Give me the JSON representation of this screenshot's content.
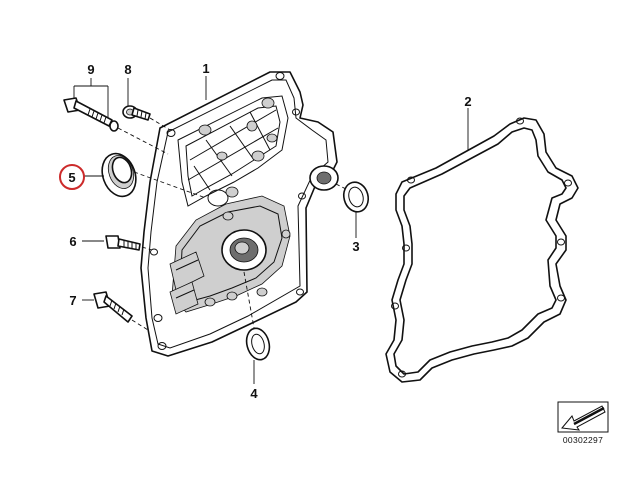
{
  "callouts": [
    {
      "id": "1",
      "label": "1"
    },
    {
      "id": "2",
      "label": "2"
    },
    {
      "id": "3",
      "label": "3"
    },
    {
      "id": "4",
      "label": "4"
    },
    {
      "id": "5",
      "label": "5",
      "highlighted": true
    },
    {
      "id": "6",
      "label": "6"
    },
    {
      "id": "7",
      "label": "7"
    },
    {
      "id": "8",
      "label": "8"
    },
    {
      "id": "9",
      "label": "9"
    }
  ],
  "highlight_color": "#cc2a2a",
  "part_number": "00302297",
  "direction_icon": "front-arrow-icon"
}
